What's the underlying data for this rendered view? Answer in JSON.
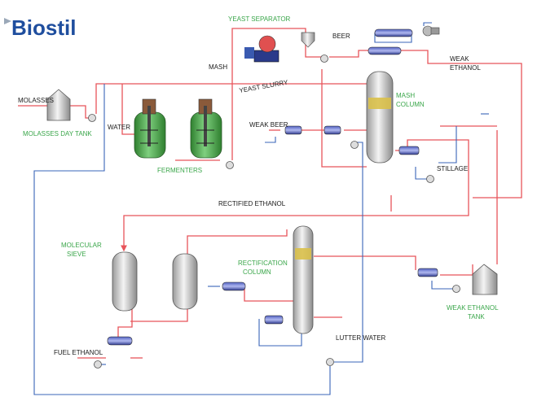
{
  "logo": {
    "text": "Biostil"
  },
  "labels": {
    "molasses": "MOLASSES",
    "molasses_day_tank": "MOLASSES DAY TANK",
    "water": "WATER",
    "fermenters": "FERMENTERS",
    "mash": "MASH",
    "yeast_separator": "YEAST SEPARATOR",
    "yeast_slurry": "YEAST SLURRY",
    "beer": "BEER",
    "weak_ethanol_1": "WEAK",
    "weak_ethanol_2": "ETHANOL",
    "weak_beer": "WEAK BEER",
    "mash_column_1": "MASH",
    "mash_column_2": "COLUMN",
    "stillage": "STILLAGE",
    "rectified_ethanol": "RECTIFIED ETHANOL",
    "molecular_sieve_1": "MOLECULAR",
    "molecular_sieve_2": "SIEVE",
    "rectification_column_1": "RECTIFICATION",
    "rectification_column_2": "COLUMN",
    "weak_ethanol_tank_1": "WEAK ETHANOL",
    "weak_ethanol_tank_2": "TANK",
    "fuel_ethanol": "FUEL ETHANOL",
    "lutter_water": "LUTTER WATER"
  },
  "colors": {
    "hot_line": "#e8545a",
    "cold_line": "#3a64b8",
    "vessel_fill": "#e4e4e4",
    "fermenter_green": "#4aa84a",
    "packing": "#d9c04a",
    "green_label": "#3aa64a",
    "logo_blue": "#1f4e9e"
  }
}
